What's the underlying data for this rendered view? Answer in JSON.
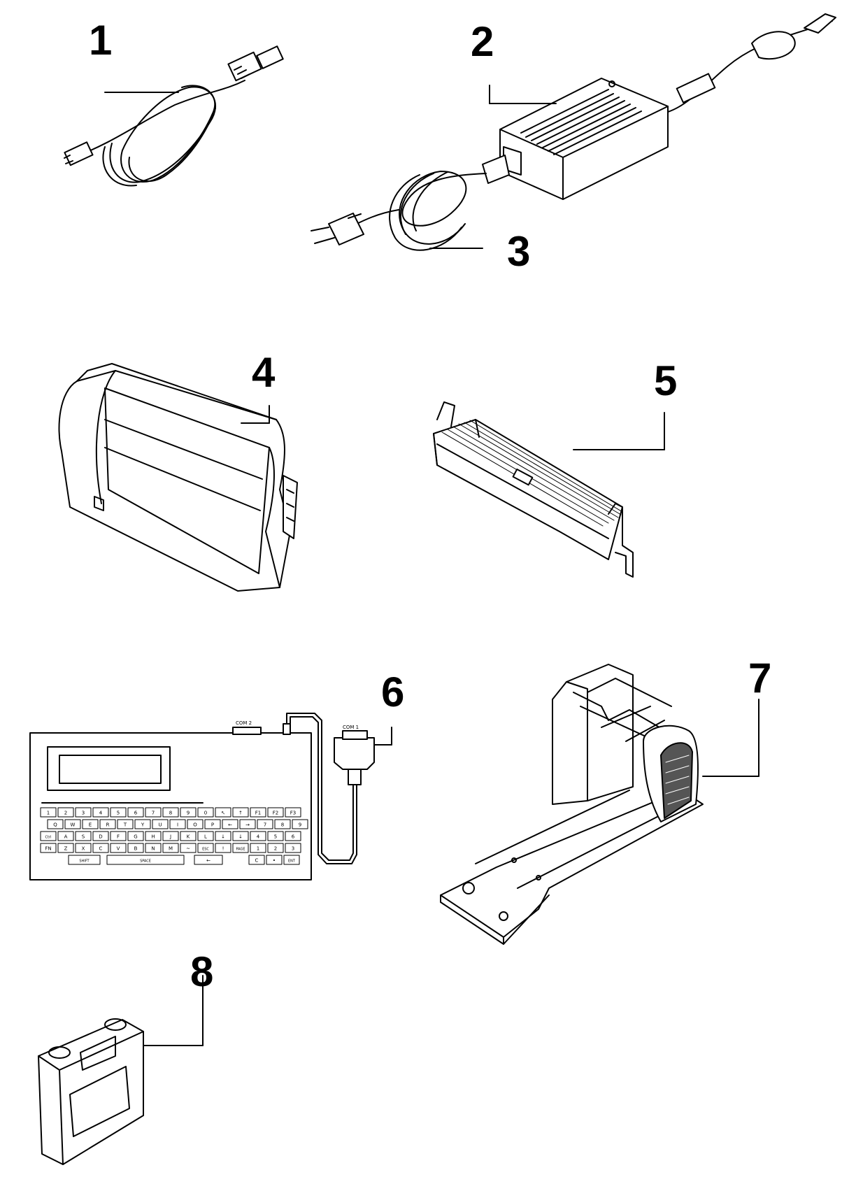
{
  "callouts": [
    {
      "label": "1",
      "item": "usb-cable"
    },
    {
      "label": "2",
      "item": "power-adapter"
    },
    {
      "label": "3",
      "item": "power-cord"
    },
    {
      "label": "4",
      "item": "cutter-module"
    },
    {
      "label": "5",
      "item": "peeler-module"
    },
    {
      "label": "6",
      "item": "keyboard-unit"
    },
    {
      "label": "7",
      "item": "media-holder"
    },
    {
      "label": "8",
      "item": "memory-card"
    }
  ],
  "keyboard": {
    "port_left": "COM 2",
    "port_right": "COM 1",
    "rows": [
      [
        "1",
        "2",
        "3",
        "4",
        "5",
        "6",
        "7",
        "8",
        "9",
        "0",
        "↖",
        "↑",
        "F1",
        "F2",
        "F3"
      ],
      [
        "Q",
        "W",
        "E",
        "R",
        "T",
        "Y",
        "U",
        "I",
        "O",
        "P",
        "←",
        "→",
        "7",
        "8",
        "9"
      ],
      [
        "Ctrl",
        "A",
        "S",
        "D",
        "F",
        "G",
        "H",
        "J",
        "K",
        "L",
        "↓",
        "↓",
        "4",
        "5",
        "6"
      ],
      [
        "FN",
        "Z",
        "X",
        "C",
        "V",
        "B",
        "N",
        "M",
        "~",
        "ESC",
        "!",
        "PAGE",
        "1",
        "2",
        "3"
      ]
    ],
    "shift": "SHIFT",
    "space": "SPACE",
    "enter": "←",
    "bottom_right": [
      "C",
      "•",
      "ENT"
    ]
  }
}
